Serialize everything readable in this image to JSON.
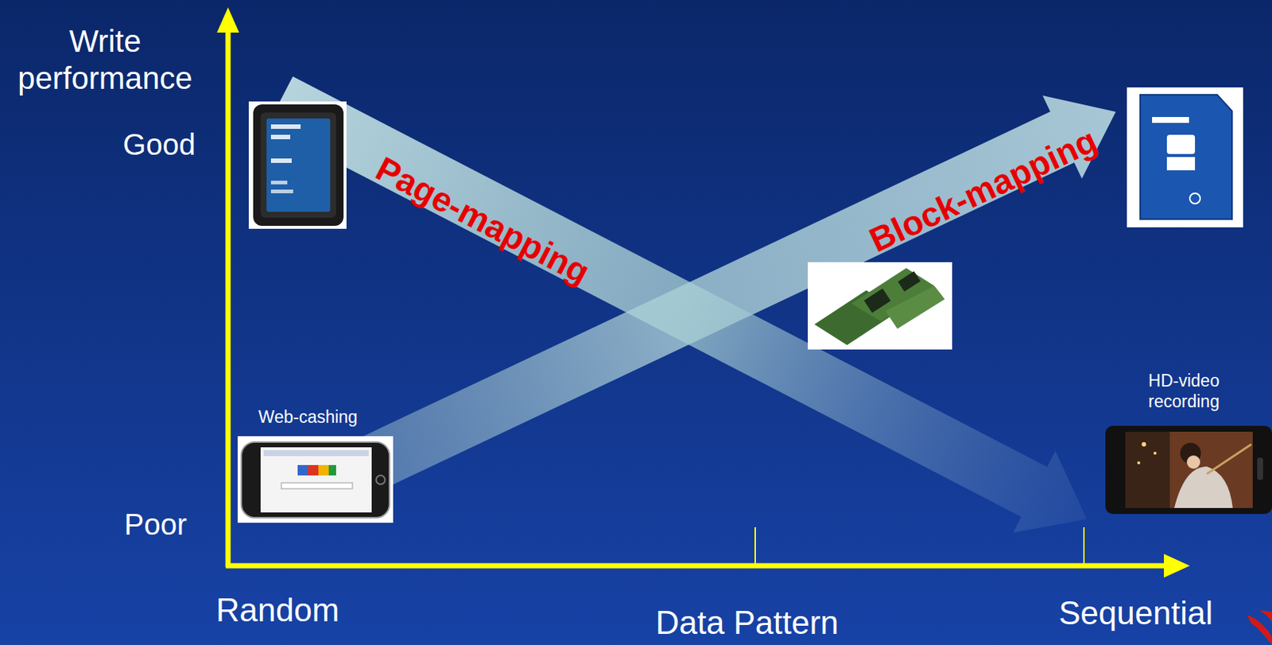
{
  "diagram": {
    "labels": [
      "Write performance",
      "Good",
      "Poor",
      "Page-mapping",
      "Block-mapping",
      "Web-cashing",
      "HD-video recording",
      "Random",
      "Data Pattern",
      "Sequential"
    ]
  }
}
